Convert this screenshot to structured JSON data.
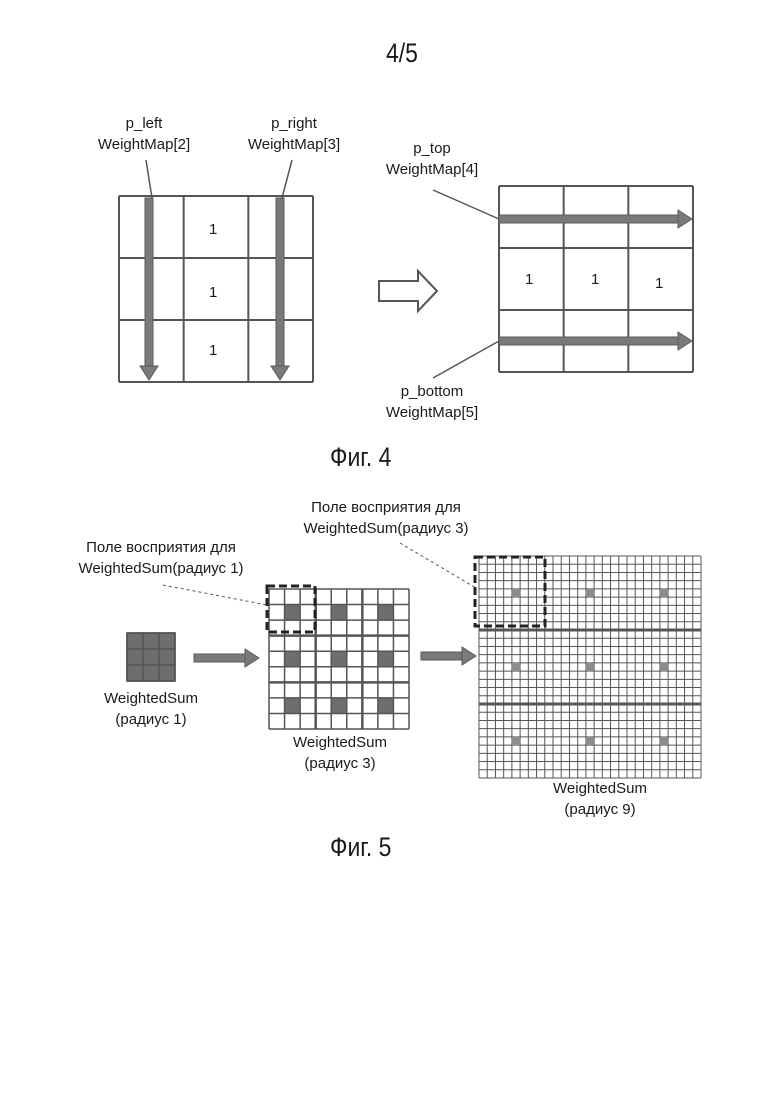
{
  "page": {
    "number": "4/5"
  },
  "fig4": {
    "caption": "Фиг. 4",
    "left_grid": {
      "cells": [
        "1",
        "1",
        "1"
      ]
    },
    "right_grid": {
      "cells": [
        "1",
        "1",
        "1"
      ]
    },
    "labels": {
      "p_left": [
        "p_left",
        "WeightMap[2]"
      ],
      "p_right": [
        "p_right",
        "WeightMap[3]"
      ],
      "p_top": [
        "p_top",
        "WeightMap[4]"
      ],
      "p_bottom": [
        "p_bottom",
        "WeightMap[5]"
      ]
    }
  },
  "fig5": {
    "caption": "Фиг. 5",
    "receptive_field_r1": [
      "Поле восприятия для",
      "WeightedSum(радиус 1)"
    ],
    "receptive_field_r3": [
      "Поле восприятия для",
      "WeightedSum(радиус 3)"
    ],
    "grid_r1_label": [
      "WeightedSum",
      "(радиус 1)"
    ],
    "grid_r3_label": [
      "WeightedSum",
      "(радиус 3)"
    ],
    "grid_r9_label": [
      "WeightedSum",
      "(радиус 9)"
    ]
  },
  "colors": {
    "line": "#555555",
    "arrow_fill": "#7a7a7a",
    "dark_cell": "#6e6e6e",
    "dot": "#8c8c8c"
  }
}
